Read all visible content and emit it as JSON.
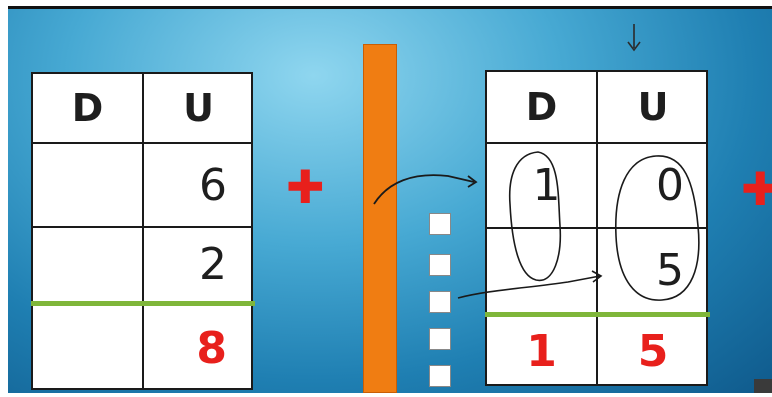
{
  "left_table": {
    "headers": [
      "D",
      "U"
    ],
    "rows": [
      {
        "d": "",
        "u": "6"
      },
      {
        "d": "",
        "u": "2"
      }
    ],
    "result": {
      "d": "",
      "u": "8"
    }
  },
  "operator_left": "✚",
  "operator_right": "✚",
  "right_table": {
    "headers": [
      "D",
      "U"
    ],
    "rows": [
      {
        "d": "1",
        "u": "0"
      },
      {
        "d": "",
        "u": "5"
      }
    ],
    "result": {
      "d": "1",
      "u": "5"
    }
  },
  "tens_rod_color": "#f07d12",
  "unit_cubes": 5,
  "colors": {
    "result": "#e8201c",
    "sum_line": "#7fb63a"
  }
}
